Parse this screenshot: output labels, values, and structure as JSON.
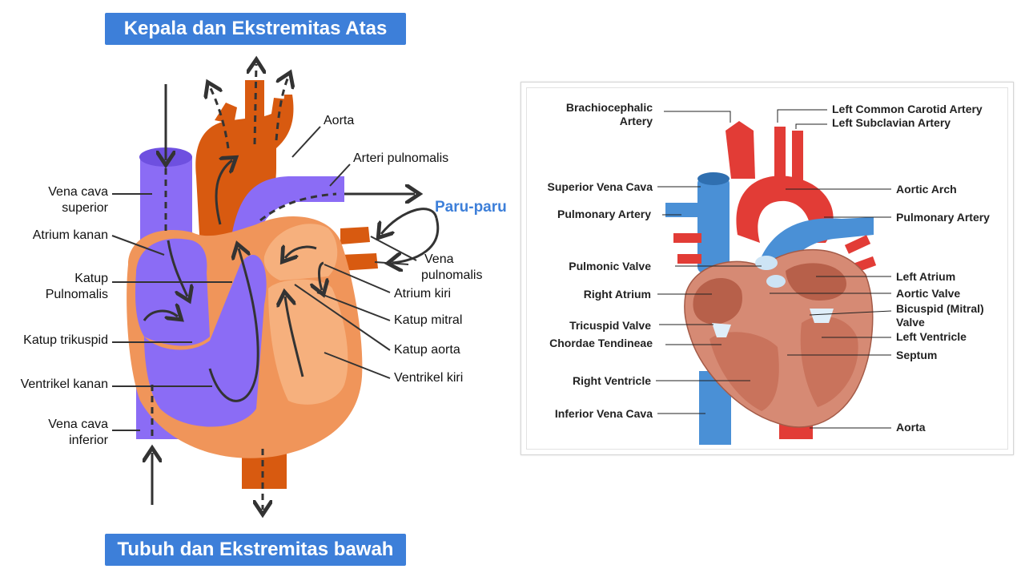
{
  "left": {
    "top_banner": "Kepala dan Ekstremitas Atas",
    "bottom_banner": "Tubuh dan Ekstremitas bawah",
    "paru_label": "Paru-paru",
    "labels": {
      "aorta": "Aorta",
      "arteri_pulmonalis": "Arteri pulnomalis",
      "vena_cava_superior": [
        "Vena cava",
        "superior"
      ],
      "atrium_kanan": "Atrium kanan",
      "katup_pulmonalis": [
        "Katup",
        "Pulnomalis"
      ],
      "vena_pulmonalis": [
        "Vena",
        "pulnomalis"
      ],
      "atrium_kiri": "Atrium kiri",
      "katup_mitral": "Katup mitral",
      "katup_trikuspid": "Katup trikuspid",
      "katup_aorta": "Katup aorta",
      "ventrikel_kanan": "Ventrikel kanan",
      "ventrikel_kiri": "Ventrikel kiri",
      "vena_cava_inferior": [
        "Vena cava",
        "inferior"
      ]
    }
  },
  "right": {
    "labels": {
      "brachiocephalic": [
        "Brachiocephalic",
        "Artery"
      ],
      "left_common_carotid": "Left Common Carotid Artery",
      "left_subclavian": "Left Subclavian Artery",
      "superior_vena_cava": "Superior Vena Cava",
      "aortic_arch": "Aortic Arch",
      "pulmonary_artery_left": "Pulmonary Artery",
      "pulmonary_artery_right": "Pulmonary Artery",
      "pulmonic_valve": "Pulmonic Valve",
      "left_atrium": "Left Atrium",
      "right_atrium": "Right Atrium",
      "aortic_valve": "Aortic Valve",
      "bicuspid": [
        "Bicuspid (Mitral)",
        "Valve"
      ],
      "tricuspid": "Tricuspid Valve",
      "left_ventricle": "Left Ventricle",
      "chordae": "Chordae Tendineae",
      "septum": "Septum",
      "right_ventricle": "Right Ventricle",
      "inferior_vena_cava": "Inferior Vena Cava",
      "aorta": "Aorta"
    }
  },
  "colors": {
    "banner": "#3d7fd9",
    "deoxygenated": "#8b6cf5",
    "oxygenated_chamber": "#f6b07d",
    "heart_wall": "#f0955a",
    "aorta": "#d85a10",
    "real_red": "#e23c36",
    "real_blue": "#4a90d6",
    "muscle": "#d68a74"
  }
}
